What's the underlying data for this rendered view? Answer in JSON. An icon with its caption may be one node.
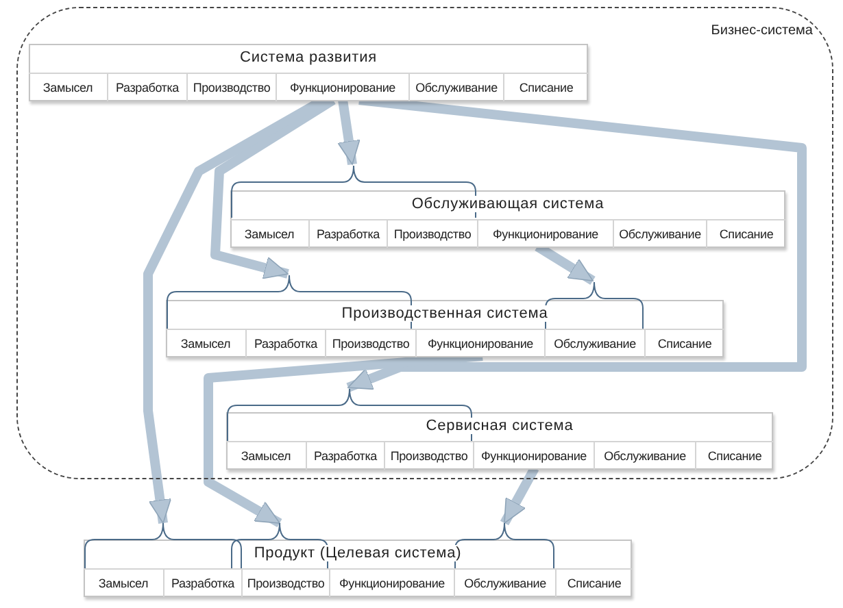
{
  "diagram": {
    "nodes": [
      {
        "text": [
          "Бизнес-система"
        ]
      },
      {
        "text": [
          "Система развития"
        ],
        "in": 0
      },
      {
        "text": [
          "Замысел"
        ],
        "in": 1
      },
      {
        "text": [
          "Разработка"
        ],
        "in": 1
      },
      {
        "text": [
          "Производство"
        ],
        "in": 1
      },
      {
        "text": [
          "Функционирование"
        ],
        "in": 1
      },
      {
        "text": [
          "Обслуживание"
        ],
        "in": 1
      },
      {
        "text": [
          "Списание"
        ],
        "in": 1
      },
      {
        "text": [
          "Обслуживающая система"
        ],
        "in": 0
      },
      {
        "text": [
          "Замысел"
        ],
        "in": 8
      },
      {
        "text": [
          "Разработка"
        ],
        "in": 8
      },
      {
        "text": [
          "Производство"
        ],
        "in": 8
      },
      {
        "text": [
          "Функционирование"
        ],
        "in": 8
      },
      {
        "text": [
          "Обслуживание"
        ],
        "in": 8
      },
      {
        "text": [
          "Списание"
        ],
        "in": 8
      },
      {
        "text": [
          "Производственная система"
        ],
        "in": 0
      },
      {
        "text": [
          "Замысел"
        ],
        "in": 15
      },
      {
        "text": [
          "Разработка"
        ],
        "in": 15
      },
      {
        "text": [
          "Производство"
        ],
        "in": 15
      },
      {
        "text": [
          "Функционирование"
        ],
        "in": 15
      },
      {
        "text": [
          "Обслуживание"
        ],
        "in": 15
      },
      {
        "text": [
          "Списание"
        ],
        "in": 15
      },
      {
        "text": [
          "Сервисная система"
        ],
        "in": 0
      },
      {
        "text": [
          "Замысел"
        ],
        "in": 22
      },
      {
        "text": [
          "Разработка"
        ],
        "in": 22
      },
      {
        "text": [
          "Производство"
        ],
        "in": 22
      },
      {
        "text": [
          "Функционирование"
        ],
        "in": 22
      },
      {
        "text": [
          "Обслуживание"
        ],
        "in": 22
      },
      {
        "text": [
          "Списание"
        ],
        "in": 22
      },
      {
        "text": [
          "Продукт (Целевая система)"
        ]
      },
      {
        "text": [
          "Замысел"
        ],
        "in": 29
      },
      {
        "text": [
          "Разработка"
        ],
        "in": 29
      },
      {
        "text": [
          "Производство"
        ],
        "in": 29
      },
      {
        "text": [
          "Функционирование"
        ],
        "in": 29
      },
      {
        "text": [
          "Обслуживание"
        ],
        "in": 29
      },
      {
        "text": [
          "Списание"
        ],
        "in": 29
      },
      {
        "text": [],
        "shape": "bracket",
        "in": 0
      },
      {
        "text": [],
        "shape": "bracket",
        "in": 0
      },
      {
        "text": [],
        "shape": "bracket",
        "in": 0
      },
      {
        "text": [],
        "shape": "bracket",
        "in": 0
      },
      {
        "text": [],
        "shape": "bracket"
      },
      {
        "text": [],
        "shape": "bracket"
      },
      {
        "text": [],
        "shape": "bracket"
      }
    ],
    "edges": [
      {
        "from": 5,
        "to": 36,
        "arrow": "to"
      },
      {
        "from": 5,
        "to": 37,
        "arrow": "to"
      },
      {
        "from": 5,
        "to": 39,
        "arrow": "to"
      },
      {
        "from": 5,
        "to": 40,
        "arrow": "to"
      },
      {
        "from": 12,
        "to": 38,
        "arrow": "to"
      },
      {
        "from": 19,
        "to": 41,
        "arrow": "to"
      },
      {
        "from": 26,
        "to": 42,
        "arrow": "to"
      }
    ]
  }
}
